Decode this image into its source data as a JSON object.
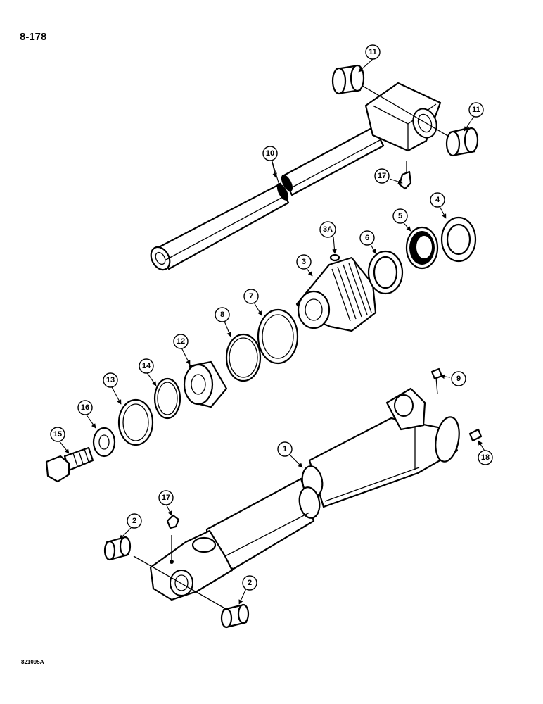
{
  "page_number": "8-178",
  "figure_code": "821095A",
  "colors": {
    "ink": "#000000",
    "paper": "#ffffff"
  },
  "callouts": {
    "c1": "1",
    "c2a": "2",
    "c2b": "2",
    "c3": "3",
    "c3a": "3A",
    "c4": "4",
    "c5": "5",
    "c6": "6",
    "c7": "7",
    "c8": "8",
    "c9": "9",
    "c10": "10",
    "c11a": "11",
    "c11b": "11",
    "c12": "12",
    "c13": "13",
    "c14": "14",
    "c15": "15",
    "c16": "16",
    "c17a": "17",
    "c17b": "17",
    "c18": "18"
  }
}
